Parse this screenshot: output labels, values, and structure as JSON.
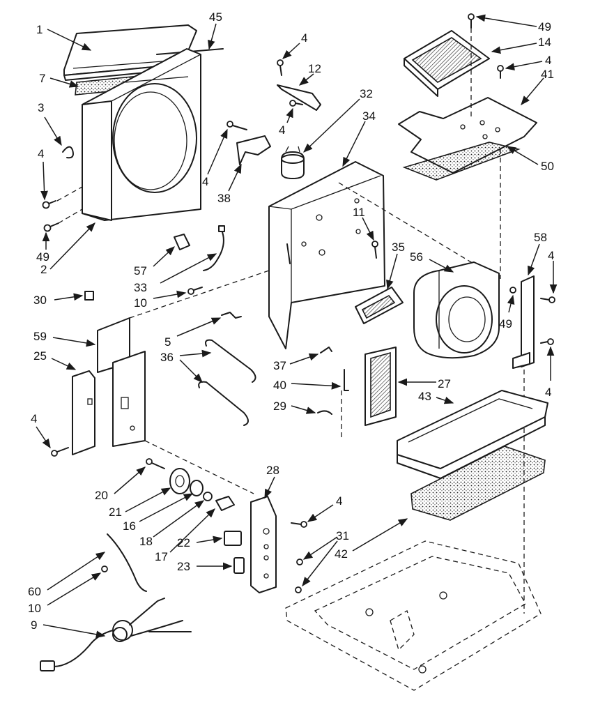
{
  "diagram": {
    "callouts": {
      "c1": "1",
      "c45": "45",
      "c7": "7",
      "c3": "3",
      "c4_left": "4",
      "c49_left": "49",
      "c2": "2",
      "c4_top12": "4",
      "c12": "12",
      "c4_mid": "4",
      "c32": "32",
      "c34": "34",
      "c4_38": "4",
      "c38": "38",
      "c49_top": "49",
      "c14": "14",
      "c4_41": "4",
      "c41": "41",
      "c50": "50",
      "c11": "11",
      "c35": "35",
      "c56": "56",
      "c58": "58",
      "c4_58": "4",
      "c49_right": "49",
      "c4_right": "4",
      "c57": "57",
      "c33": "33",
      "c10_top": "10",
      "c30": "30",
      "c5": "5",
      "c36": "36",
      "c37": "37",
      "c40": "40",
      "c29": "29",
      "c27": "27",
      "c43": "43",
      "c59": "59",
      "c25": "25",
      "c4_25": "4",
      "c20": "20",
      "c21": "21",
      "c16": "16",
      "c18": "18",
      "c17": "17",
      "c28": "28",
      "c4_28": "4",
      "c22": "22",
      "c23": "23",
      "c31": "31",
      "c42": "42",
      "c60": "60",
      "c10_bottom": "10",
      "c9": "9"
    }
  }
}
